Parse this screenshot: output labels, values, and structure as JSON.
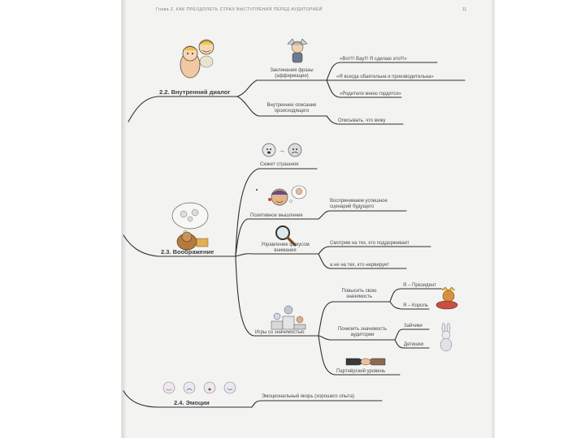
{
  "header": {
    "chapter": "Глава 2. КАК ПРЕОДОЛЕТЬ СТРАХ ВЫСТУПЛЕНИЯ ПЕРЕД АУДИТОРИЕЙ",
    "page_number": "11"
  },
  "section_22": {
    "title": "2.2. Внутренний диалог",
    "branch_affirmations": {
      "label": "Заклинания фразы (аффирмации)",
      "items": [
        "«Вот!!! Вау!!! Я сделаю это!!!»",
        "«Я всегда обаятельна и производительна»",
        "«Родители мною гордятся»"
      ]
    },
    "branch_explanation": {
      "label": "Внутреннее описание происходящего",
      "items": [
        "Описывать, что вижу"
      ]
    }
  },
  "section_23": {
    "title": "2.3. Воображение",
    "branch_fears": {
      "label": "Сюжет страшное"
    },
    "branch_positive": {
      "label": "Позитивное мышление",
      "items": [
        "Воспринимаем успешное сценарий будущего"
      ]
    },
    "branch_focus": {
      "label": "Управление фокусом внимания",
      "items": [
        "Смотрим на тех, кто поддерживает",
        "а не на тех, кто нервирует"
      ]
    },
    "branch_games": {
      "label": "Игры со значимостью",
      "sub_own": {
        "label": "Повысить свою значимость",
        "items": [
          "Я – Президент",
          "Я – Король"
        ]
      },
      "sub_audience": {
        "label": "Понизить значимость аудитории",
        "items": [
          "Зайчики",
          "Детишки"
        ]
      },
      "sub_partner": {
        "label": "Партнёрский уровень"
      }
    }
  },
  "section_24": {
    "title": "2.4. Эмоции",
    "items": [
      "Эмоциональный якорь (хорошего опыта)"
    ]
  },
  "colors": {
    "page": "#f3f4f1",
    "ink": "#4a4c4e",
    "line": "#2c2e30"
  },
  "icons": [
    "two-cartoon-faces-icon",
    "viking-figure-icon",
    "scared-faces-icon",
    "thinking-person-icon",
    "magnifier-icon",
    "thinking-monkey-icon",
    "podium-figures-icon",
    "king-cat-icon",
    "rabbit-icon",
    "handshake-icon",
    "emotion-faces-icon"
  ]
}
